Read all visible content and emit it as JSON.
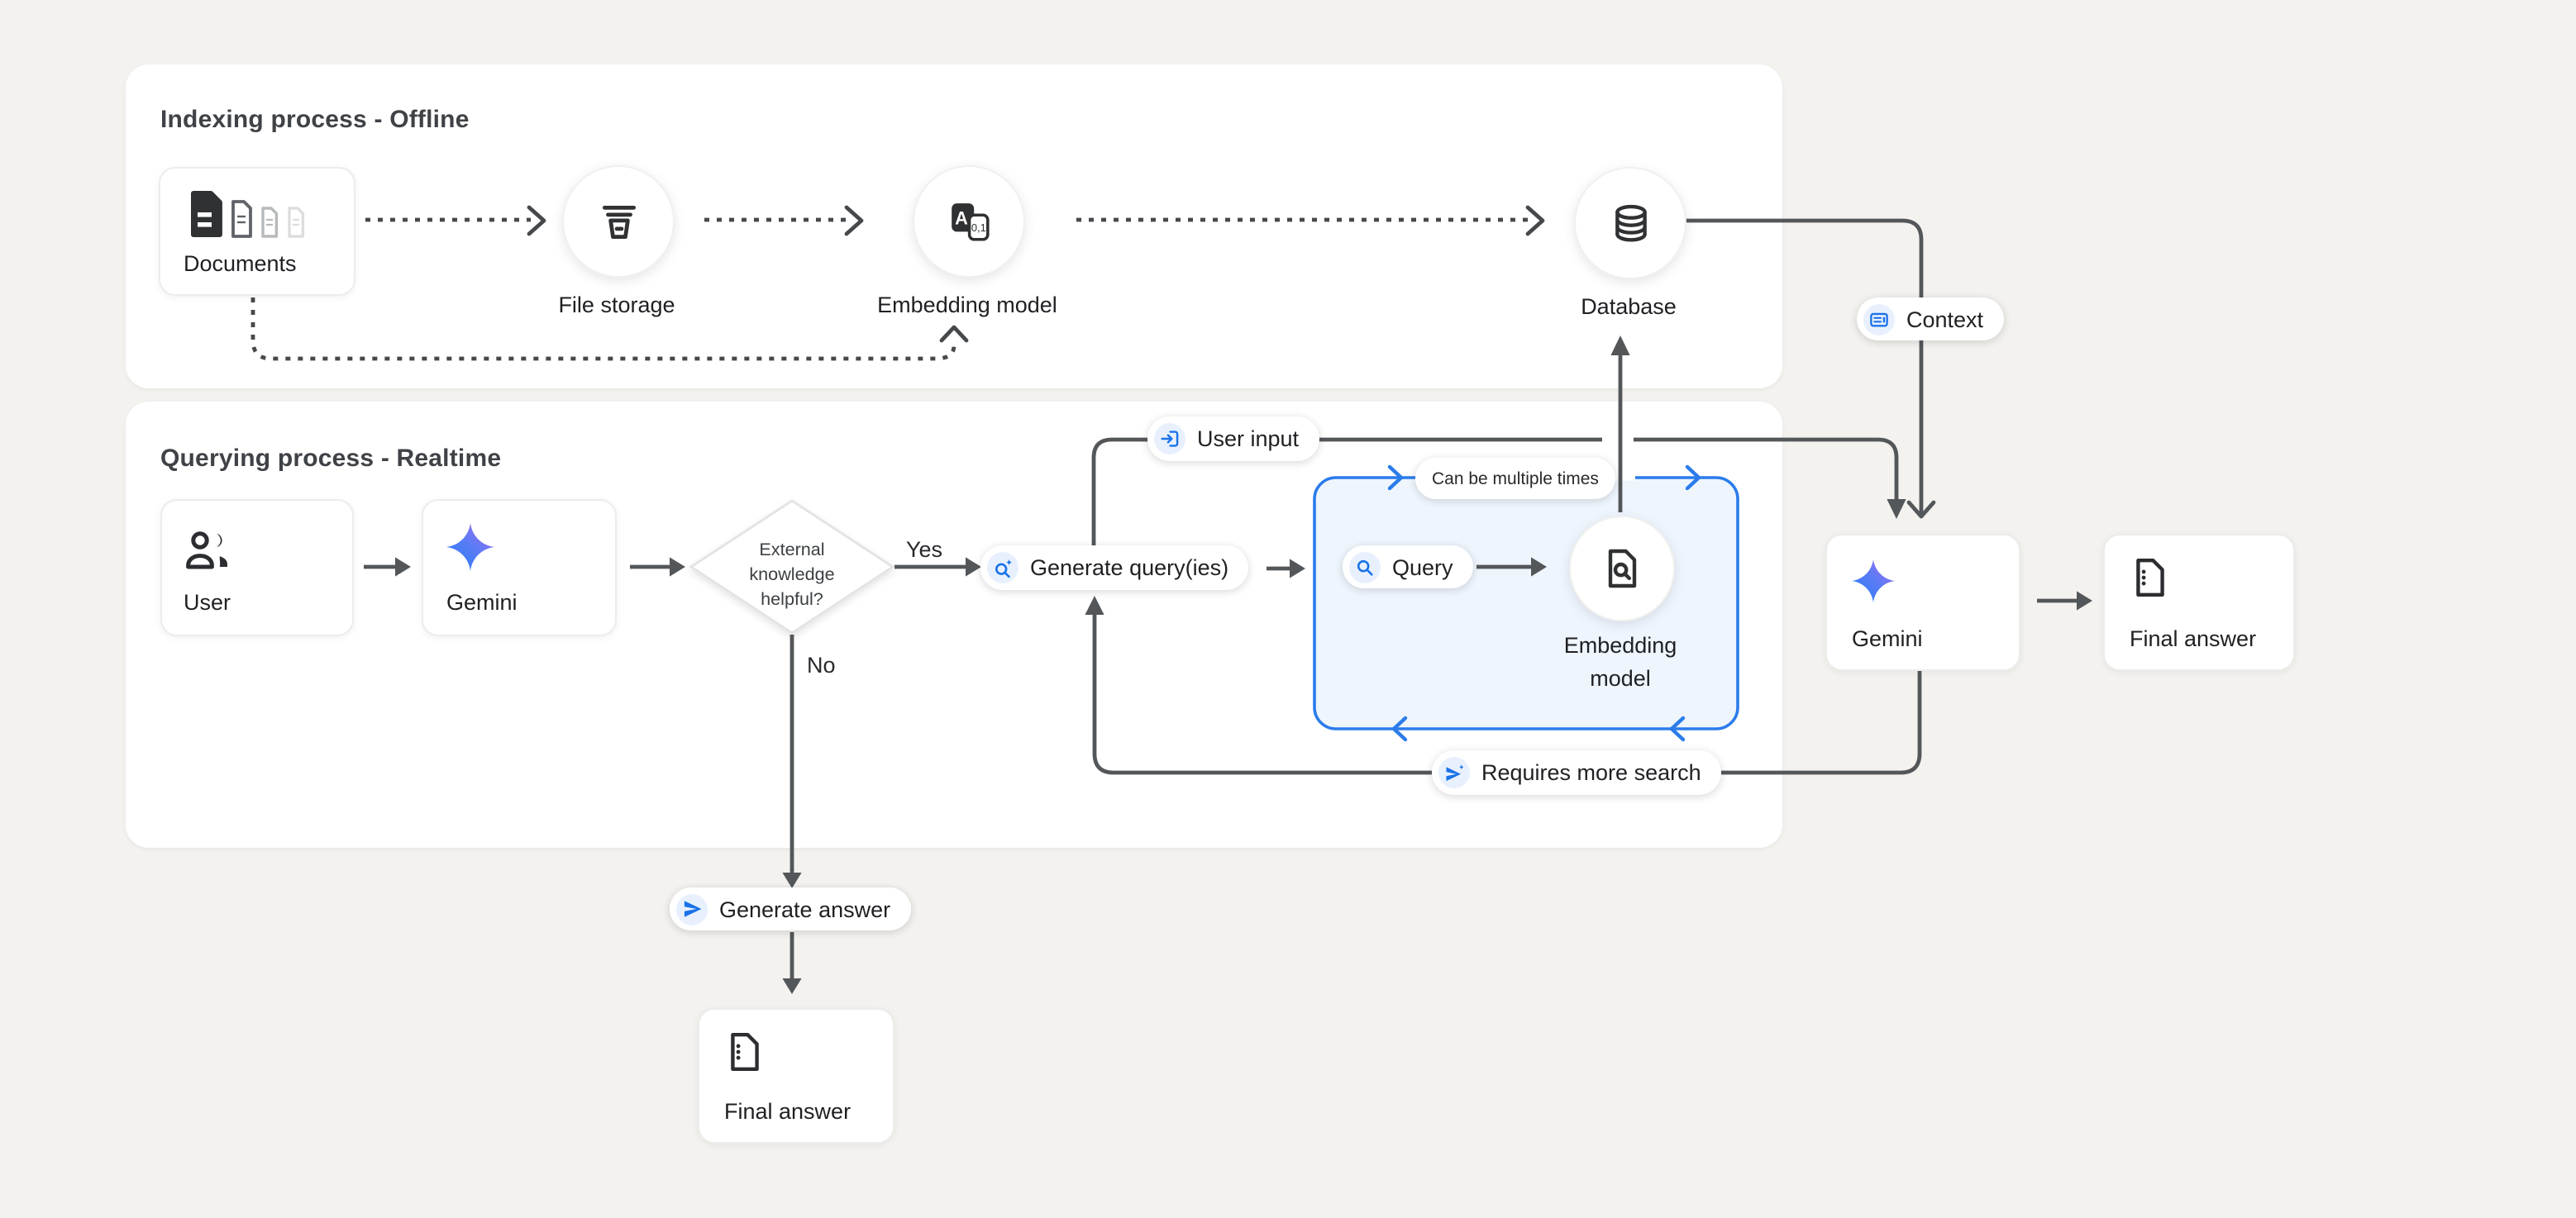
{
  "colors": {
    "background": "#f4f2ef",
    "accent_blue": "#1a73e8",
    "loop_border_blue": "#2b7cea",
    "connector_grey": "#54575a"
  },
  "indexing": {
    "title": "Indexing process - Offline",
    "nodes": {
      "documents": {
        "label": "Documents",
        "icon": "documents-icon"
      },
      "file_storage": {
        "label": "File storage",
        "icon": "storage-bucket-icon"
      },
      "embedding_model": {
        "label": "Embedding model",
        "icon": "translate-embedding-icon",
        "glyph_a": "A",
        "glyph_01": "0,1"
      },
      "database": {
        "label": "Database",
        "icon": "database-icon"
      }
    }
  },
  "querying": {
    "title": "Querying process - Realtime",
    "nodes": {
      "user": {
        "label": "User",
        "icon": "users-icon"
      },
      "gemini": {
        "label": "Gemini",
        "icon": "gemini-star-icon"
      },
      "decision": {
        "line1": "External",
        "line2": "knowledge",
        "line3": "helpful?"
      },
      "generate_queries": {
        "label": "Generate query(ies)",
        "icon": "search-sparkle-icon"
      },
      "query": {
        "label": "Query",
        "icon": "search-icon"
      },
      "embedding_model": {
        "line1": "Embedding",
        "line2": "model",
        "icon": "document-search-icon"
      },
      "loop_note": "Can be multiple times"
    },
    "edges": {
      "yes": "Yes",
      "no": "No"
    }
  },
  "right": {
    "gemini": {
      "label": "Gemini",
      "icon": "gemini-star-icon"
    },
    "final_answer": {
      "label": "Final answer",
      "icon": "answer-document-icon"
    }
  },
  "bottom": {
    "generate_answer": {
      "label": "Generate answer",
      "icon": "send-icon"
    },
    "final_answer": {
      "label": "Final answer",
      "icon": "answer-document-icon"
    }
  },
  "pills": {
    "user_input": {
      "label": "User input",
      "icon": "input-icon"
    },
    "context": {
      "label": "Context",
      "icon": "context-icon"
    },
    "requires_more_search": {
      "label": "Requires more search",
      "icon": "send-sparkle-icon"
    }
  }
}
